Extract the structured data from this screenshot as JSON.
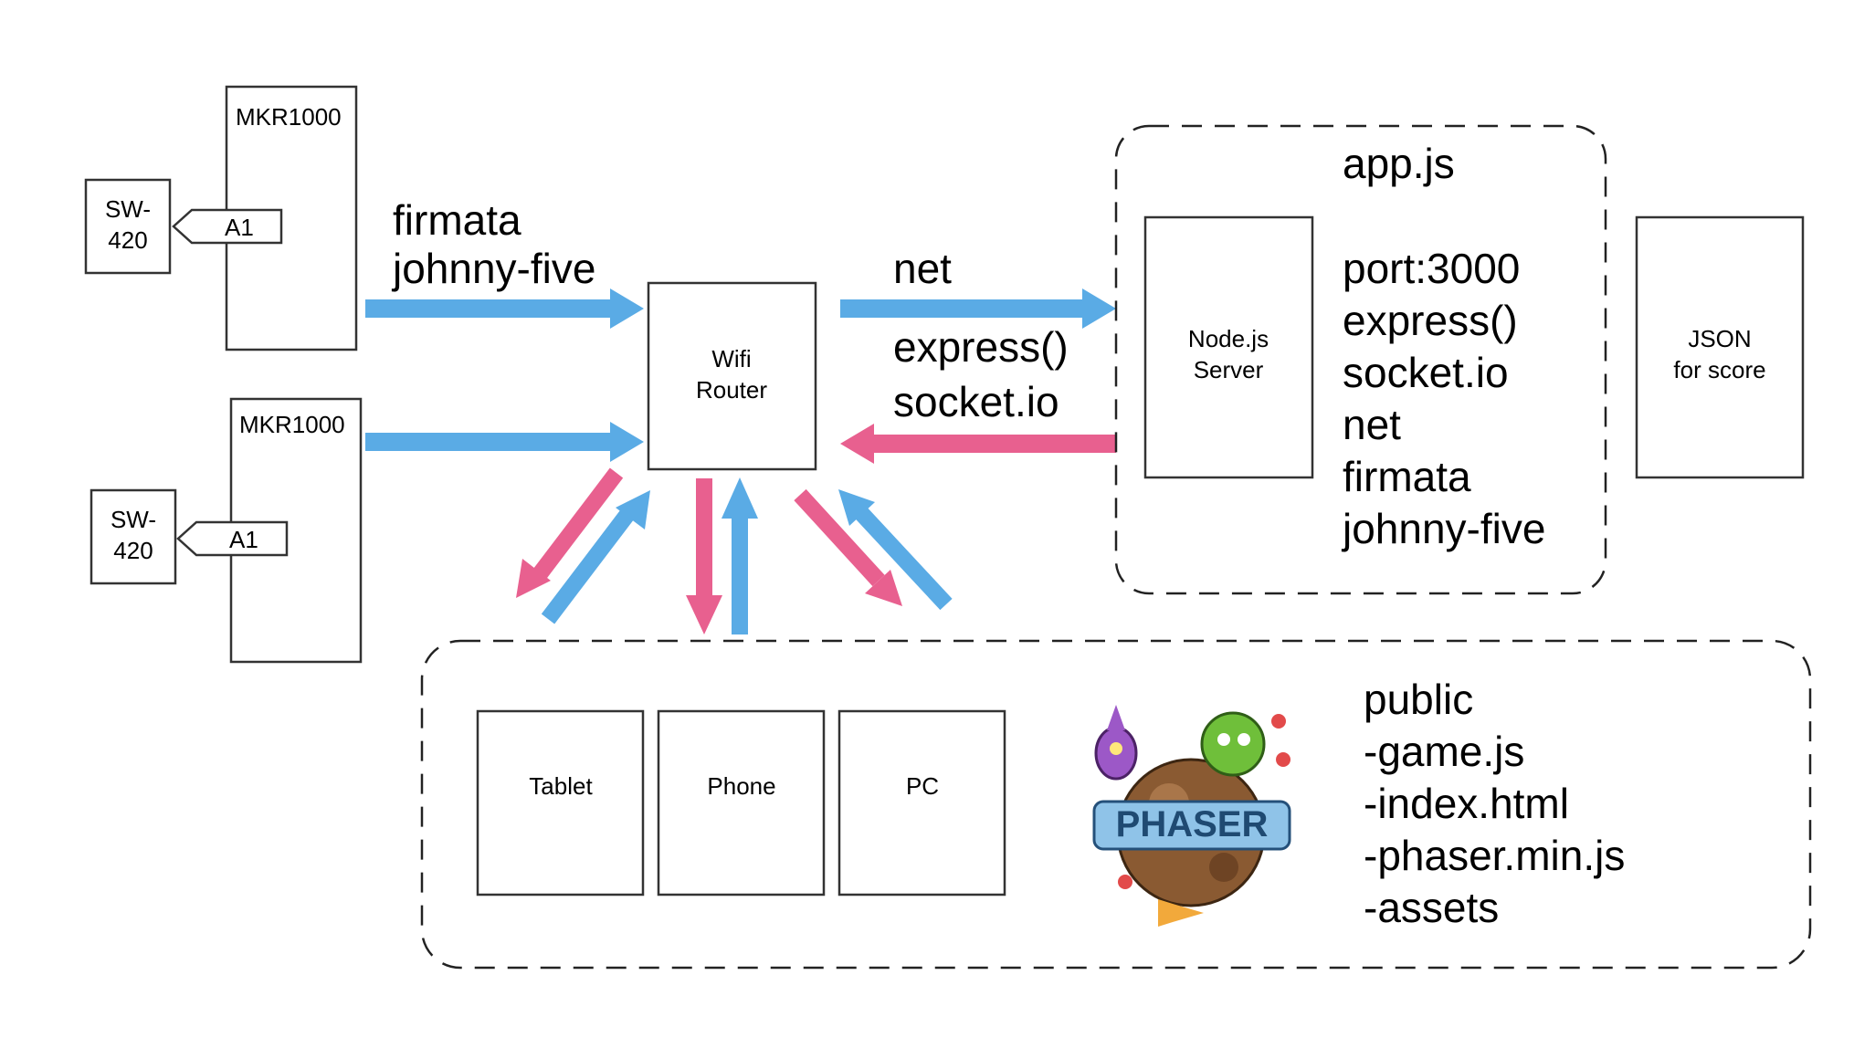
{
  "mkr_top": {
    "label": "MKR1000",
    "pin": "A1"
  },
  "mkr_bottom": {
    "label": "MKR1000",
    "pin": "A1"
  },
  "sensor_top": {
    "line1": "SW-",
    "line2": "420"
  },
  "sensor_bottom": {
    "line1": "SW-",
    "line2": "420"
  },
  "left_protocols": [
    "firmata",
    "johnny-five"
  ],
  "router": {
    "line1": "Wifi",
    "line2": "Router"
  },
  "right_protocols": {
    "top": "net",
    "lines": [
      "express()",
      "socket.io"
    ]
  },
  "server_group": {
    "title": "app.js",
    "node_box": {
      "line1": "Node.js",
      "line2": "Server"
    },
    "items": [
      "port:3000",
      "express()",
      "socket.io",
      "net",
      "firmata",
      "johnny-five"
    ]
  },
  "json_box": {
    "line1": "JSON",
    "line2": "for score"
  },
  "clients": [
    "Tablet",
    "Phone",
    "PC"
  ],
  "public_files": [
    "public",
    "-game.js",
    "-index.html",
    "-phaser.min.js",
    "-assets"
  ],
  "logo": {
    "text": "PHASER"
  },
  "colors": {
    "to_router": "#5aabe5",
    "from_router": "#e8608f"
  }
}
